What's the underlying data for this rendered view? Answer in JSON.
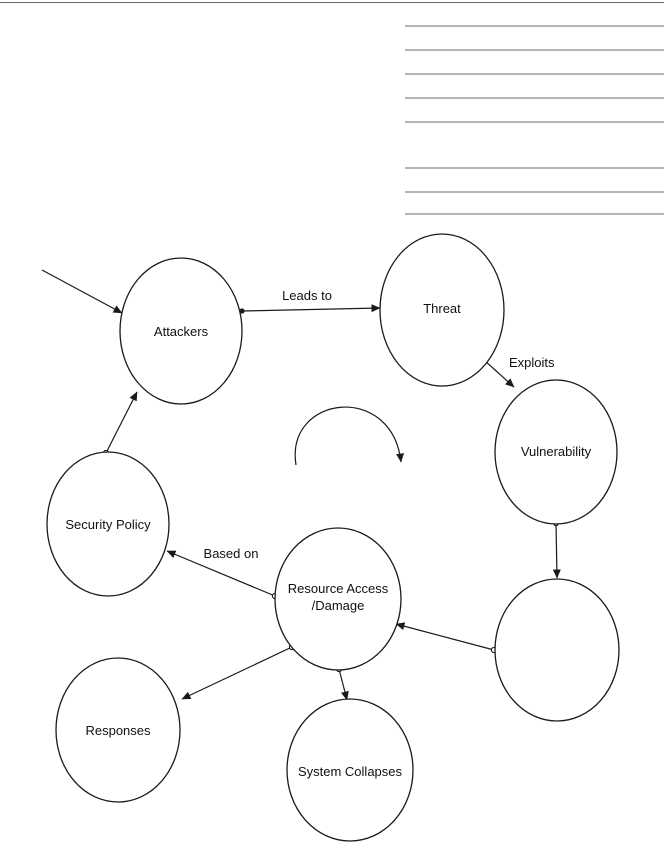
{
  "diagram": {
    "colors": {
      "stroke": "#1a1a1a",
      "rules": "#6a6a6a",
      "background": "#ffffff"
    },
    "nodes": {
      "attackers": "Attackers",
      "threat": "Threat",
      "vulnerability": "Vulnerability",
      "security_policy": "Security Policy",
      "resource_access_line1": "Resource Access",
      "resource_access_line2": "/Damage",
      "unlabeled": "",
      "responses": "Responses",
      "system_collapses": "System Collapses"
    },
    "edges": {
      "attackers_threat": "Leads to",
      "threat_vulnerability": "Exploits",
      "resource_policy": "Based on"
    }
  }
}
